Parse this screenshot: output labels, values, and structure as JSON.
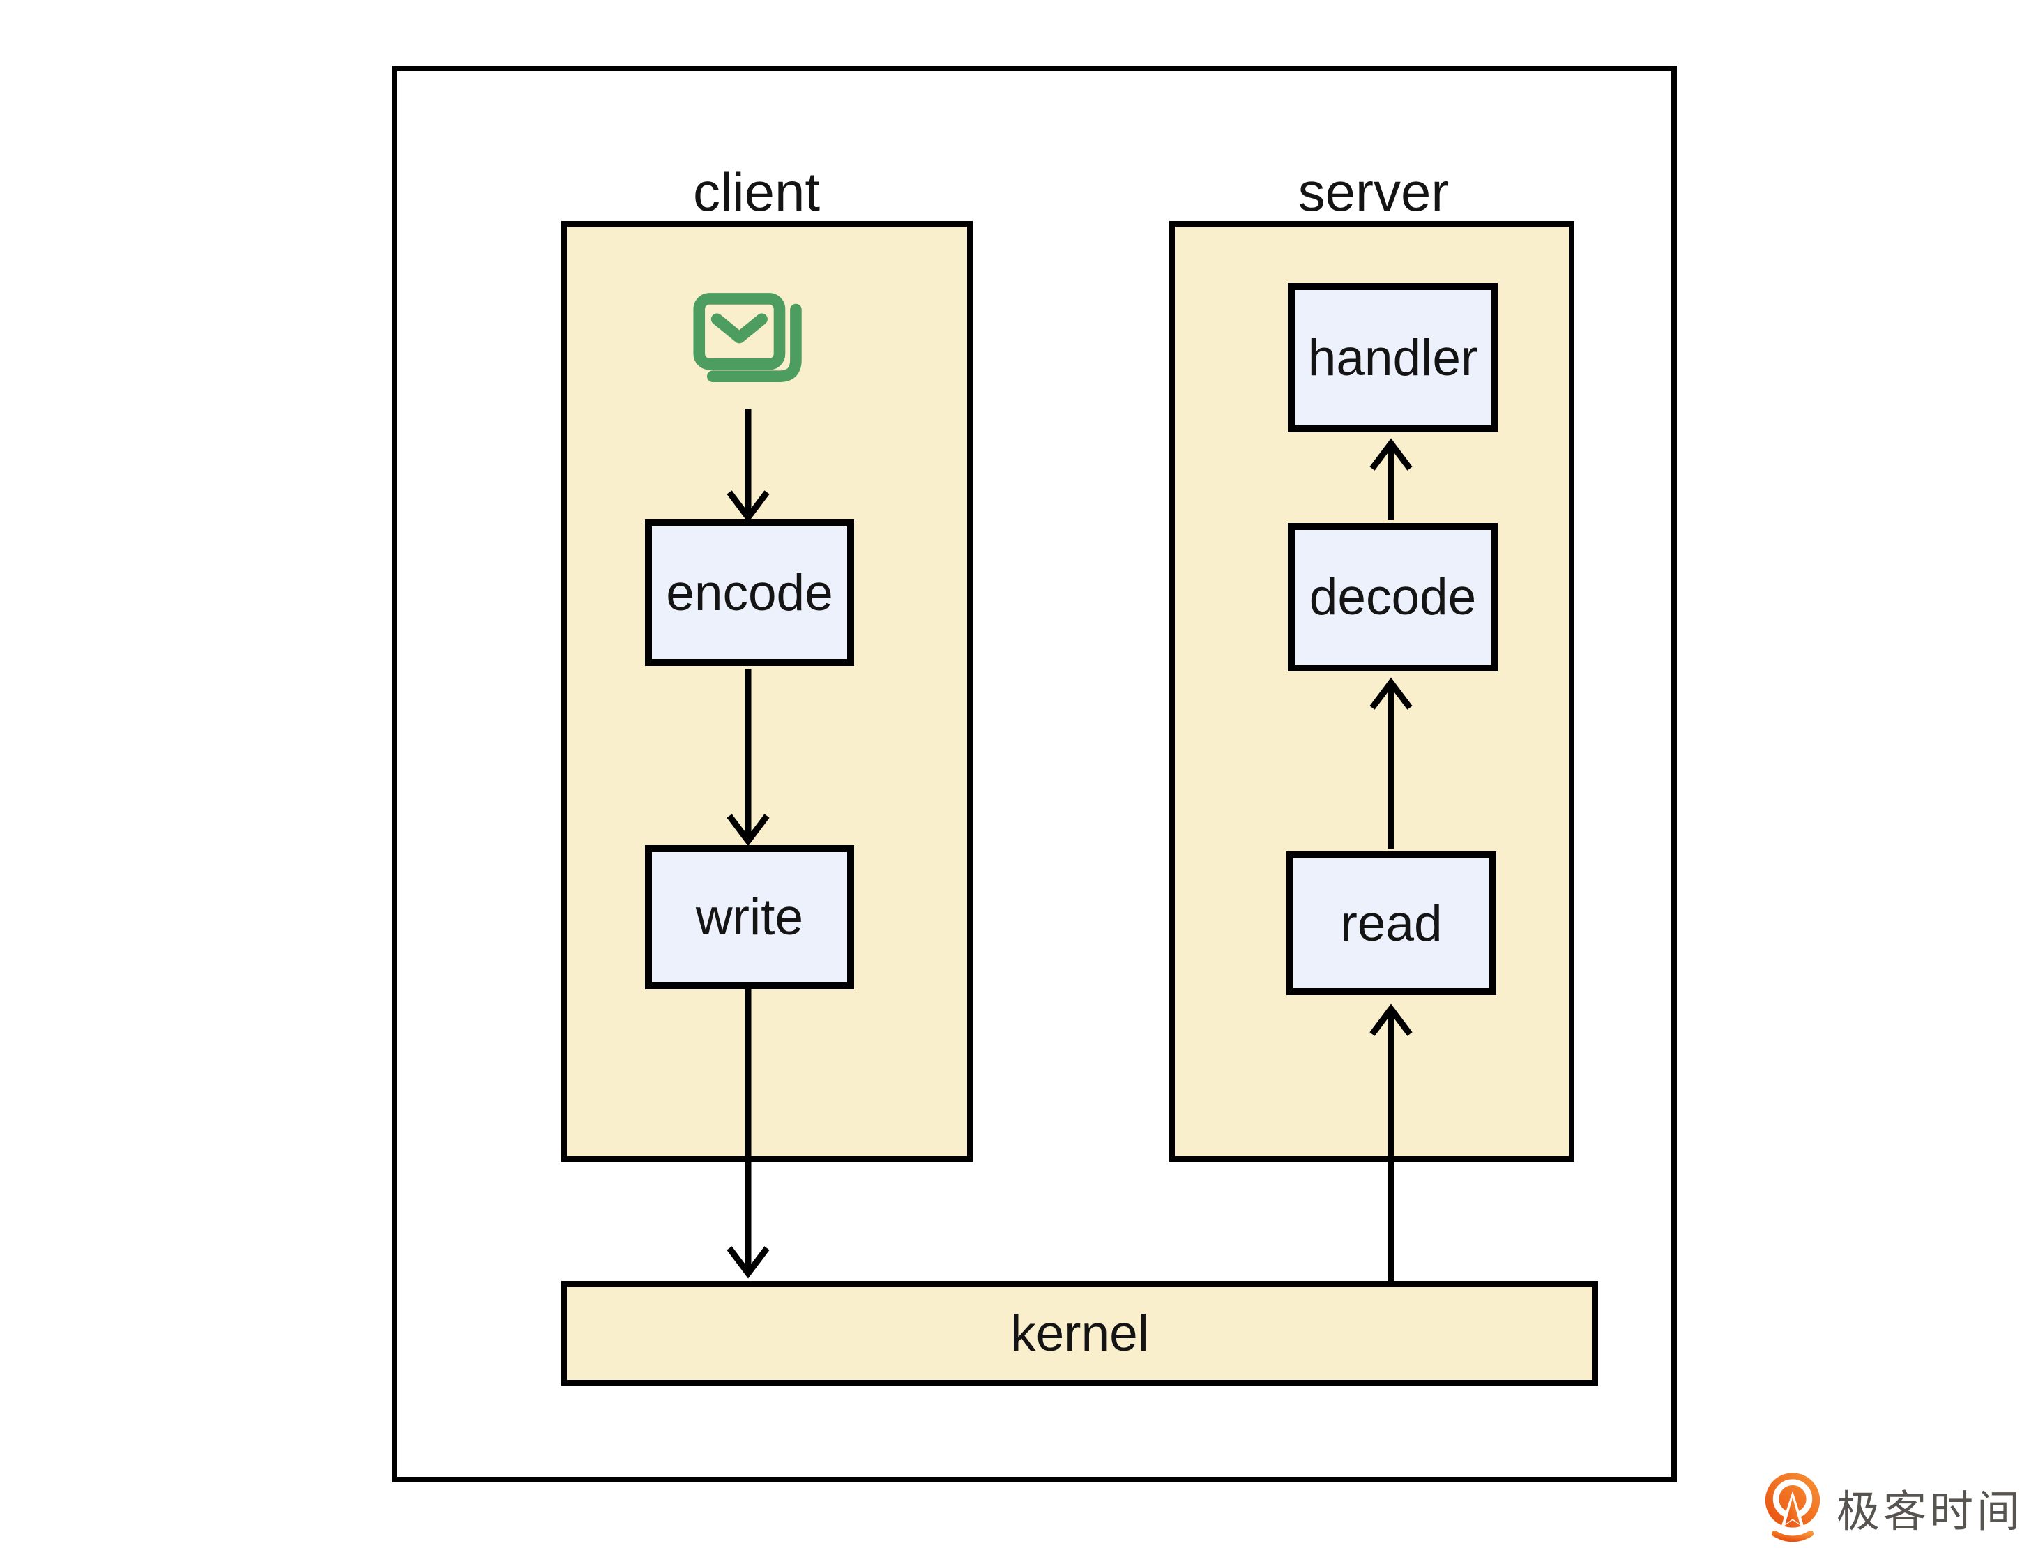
{
  "diagram": {
    "client_panel": {
      "title": "client",
      "nodes": [
        {
          "label": "encode"
        },
        {
          "label": "write"
        }
      ]
    },
    "server_panel": {
      "title": "server",
      "nodes": [
        {
          "label": "handler"
        },
        {
          "label": "decode"
        },
        {
          "label": "read"
        }
      ]
    },
    "kernel": {
      "label": "kernel"
    }
  },
  "icons": {
    "mail": "mail-stack-icon",
    "logo_mark": "geektime-logo-mark"
  },
  "branding": {
    "logo_text": "极客时间"
  },
  "colors": {
    "panel_fill": "#FAEFCD",
    "node_fill": "#EDF1FB",
    "border": "#000000",
    "text": "#141414",
    "mail_green": "#4E9D60",
    "logo_orange_light": "#F89436",
    "logo_orange_dark": "#E94E0E",
    "logo_text_color": "#585450"
  }
}
